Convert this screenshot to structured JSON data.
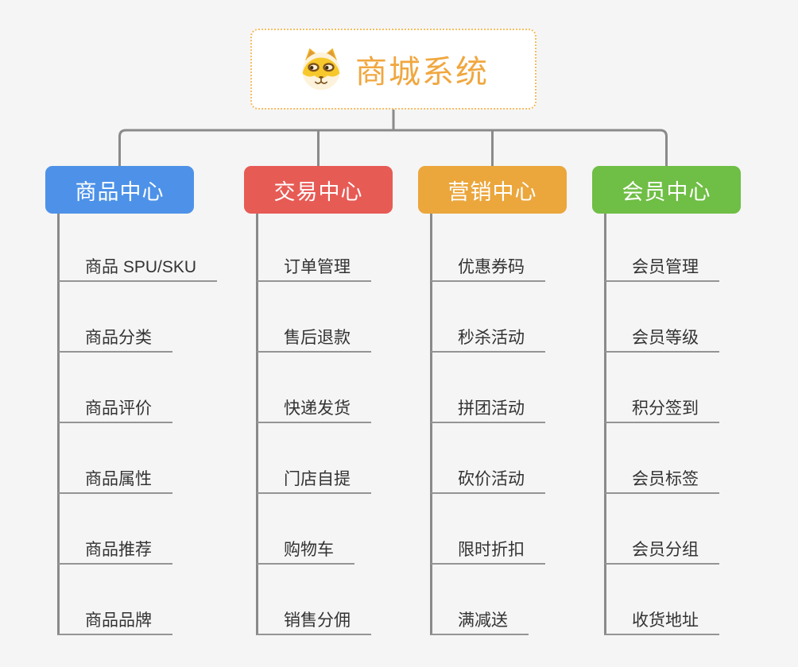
{
  "root": {
    "title": "商城系统",
    "icon": "dog-face-icon",
    "text_color": "#F0A73F",
    "border_color": "#F6BC61",
    "background": "#FFFFFF"
  },
  "branches": [
    {
      "label": "商品中心",
      "color": "#4D92E8",
      "children": [
        "商品 SPU/SKU",
        "商品分类",
        "商品评价",
        "商品属性",
        "商品推荐",
        "商品品牌"
      ]
    },
    {
      "label": "交易中心",
      "color": "#E75B55",
      "children": [
        "订单管理",
        "售后退款",
        "快递发货",
        "门店自提",
        "购物车",
        "销售分佣"
      ]
    },
    {
      "label": "营销中心",
      "color": "#EBA63C",
      "children": [
        "优惠券码",
        "秒杀活动",
        "拼团活动",
        "砍价活动",
        "限时折扣",
        "满减送"
      ]
    },
    {
      "label": "会员中心",
      "color": "#6FBE45",
      "children": [
        "会员管理",
        "会员等级",
        "积分签到",
        "会员标签",
        "会员分组",
        "收货地址"
      ]
    }
  ],
  "colors": {
    "background": "#F5F5F5",
    "connector_line": "#8A8A8A",
    "child_underline": "#949494",
    "child_text": "#333333",
    "branch_text": "#FFFFFF"
  }
}
